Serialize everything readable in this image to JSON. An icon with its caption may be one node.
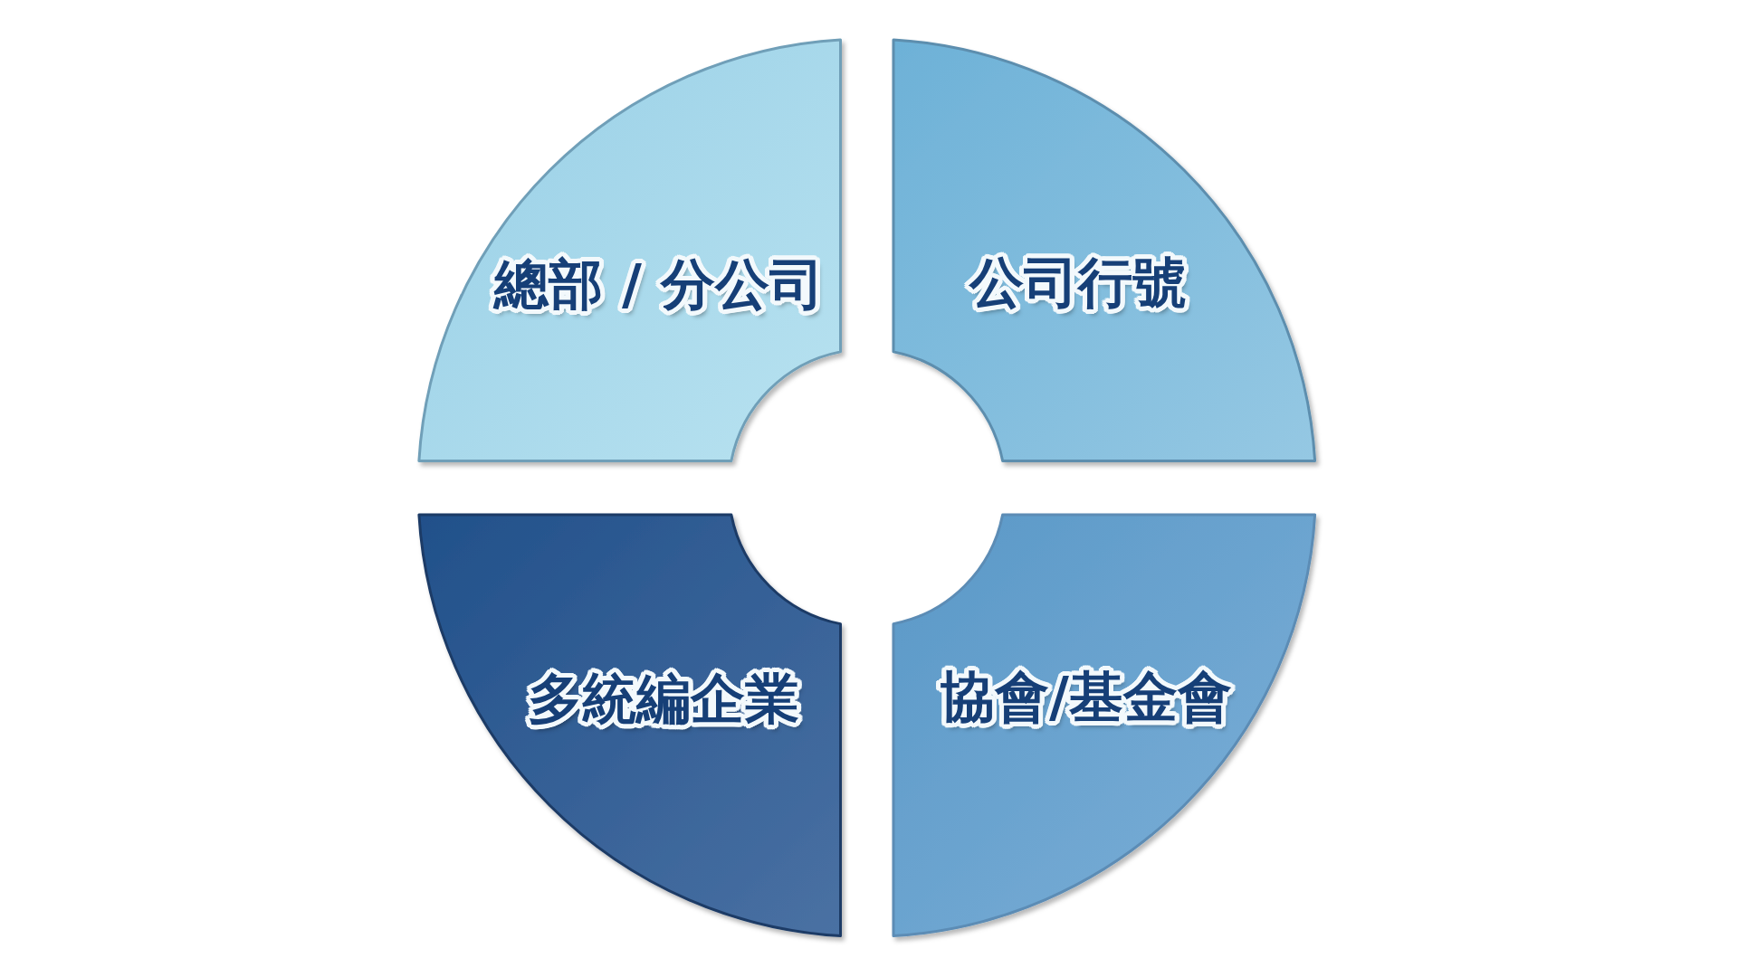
{
  "diagram": {
    "nodes": [
      {
        "text": [
          "總部 / 分公司"
        ]
      },
      {
        "text": [
          "公司行號"
        ]
      },
      {
        "text": [
          "多統編企業"
        ]
      },
      {
        "text": [
          "協會/基金會"
        ]
      }
    ]
  }
}
